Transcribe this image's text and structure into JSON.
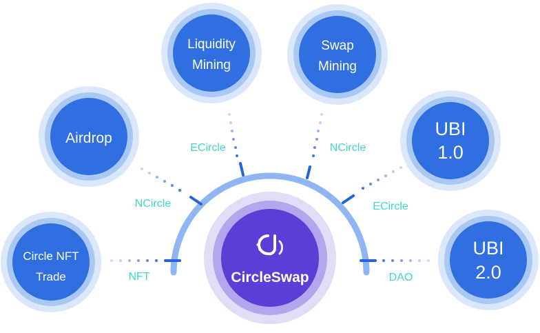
{
  "hub": {
    "name": "CircleSwap",
    "logo": "circleswap-logo-icon",
    "colors": {
      "outer": "#e2dcf6",
      "ring": "#b4a6ec",
      "core": "#5a3ed6"
    }
  },
  "nodes": {
    "circle_nft_trade": {
      "line1": "Circle NFT",
      "line2": "Trade"
    },
    "airdrop": {
      "line1": "Airdrop",
      "line2": ""
    },
    "liquidity_mining": {
      "line1": "Liquidity",
      "line2": "Mining"
    },
    "swap_mining": {
      "line1": "Swap",
      "line2": "Mining"
    },
    "ubi_1": {
      "line1": "UBI",
      "line2": "1.0"
    },
    "ubi_2": {
      "line1": "UBI",
      "line2": "2.0"
    }
  },
  "connectors": {
    "nft": "NFT",
    "ncircle_left": "NCircle",
    "ecircle_left": "ECircle",
    "ncircle_right": "NCircle",
    "ecircle_right": "ECircle",
    "dao": "DAO"
  },
  "colors": {
    "node_fill": "#2f6fe0",
    "node_ring": "#a9c8f4",
    "node_halo": "#dbe8fb",
    "arc": "#8fb6f2",
    "tick": "#2563d8",
    "label_teal": "#3fd6c9",
    "dots": "#2f6fe0"
  }
}
